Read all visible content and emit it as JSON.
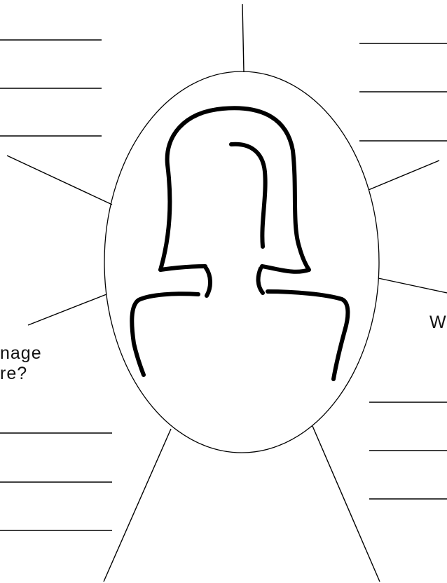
{
  "colors": {
    "background": "#ffffff",
    "stroke": "#000000"
  },
  "labels": {
    "left_prompt_line1": "nage",
    "left_prompt_line2": "re?",
    "right_prompt_fragment": "W"
  },
  "icons": {
    "figure": "person-silhouette-icon"
  }
}
